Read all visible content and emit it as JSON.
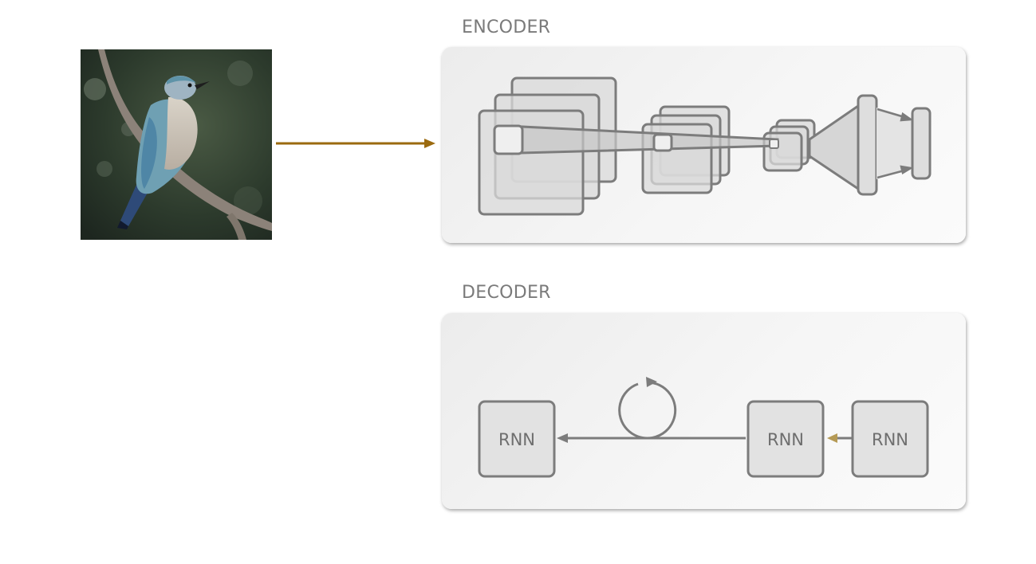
{
  "encoder": {
    "title": "ENCODER"
  },
  "decoder": {
    "title": "DECODER",
    "rnn_labels": [
      "RNN",
      "RNN",
      "RNN"
    ]
  },
  "colors": {
    "input_arrow": "#9b6a0f",
    "block_stroke": "#7c7c7c",
    "panel_fill": "#f2f2f2",
    "small_arrow": "#b59a55"
  },
  "input_image": {
    "subject": "bird-on-branch"
  }
}
